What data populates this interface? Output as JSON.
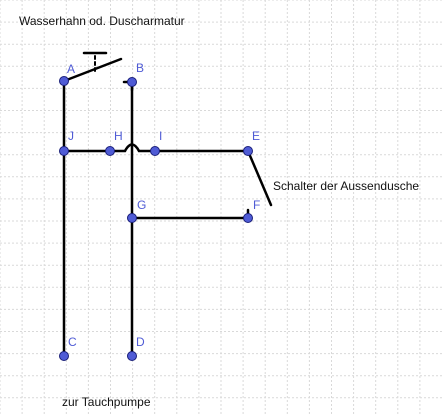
{
  "captions": {
    "top": "Wasserhahn od. Duscharmatur",
    "switch": "Schalter der Aussendusche",
    "bottom": "zur Tauchpumpe"
  },
  "points": {
    "A": "A",
    "B": "B",
    "C": "C",
    "D": "D",
    "E": "E",
    "F": "F",
    "G": "G",
    "H": "H",
    "I": "I",
    "J": "J"
  },
  "colors": {
    "grid": "#d9d9d9",
    "wire": "#000000",
    "point_fill": "#4f5bd5",
    "point_stroke": "#1a1f7a",
    "label": "#4f5bd5"
  }
}
